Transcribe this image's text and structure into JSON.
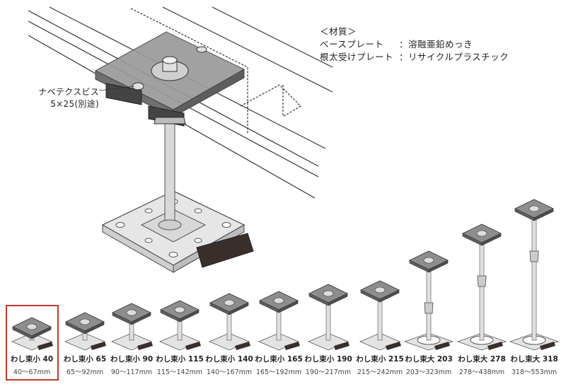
{
  "spec": {
    "heading": "＜材質＞",
    "rows": [
      {
        "label": "ベースプレート",
        "value": "：溶融亜鉛めっき"
      },
      {
        "label": "根太受けプレート",
        "value": "：リサイクルプラスチック"
      }
    ]
  },
  "callout": {
    "line1": "ナベテクスビス",
    "line2": "5×25(別途)"
  },
  "products": [
    {
      "model": "わし束小 40",
      "range": "40～67mm",
      "selected": true
    },
    {
      "model": "わし束小 65",
      "range": "65～92mm"
    },
    {
      "model": "わし束小 90",
      "range": "90～117mm"
    },
    {
      "model": "わし束小 115",
      "range": "115～142mm"
    },
    {
      "model": "わし束小 140",
      "range": "140～167mm"
    },
    {
      "model": "わし束小 165",
      "range": "165～192mm"
    },
    {
      "model": "わし束小 190",
      "range": "190～217mm"
    },
    {
      "model": "わし束小 215",
      "range": "215～242mm"
    },
    {
      "model": "わし束大 203",
      "range": "203～323mm"
    },
    {
      "model": "わし束大 278",
      "range": "278～438mm"
    },
    {
      "model": "わし束大 318",
      "range": "318～553mm"
    }
  ],
  "colors": {
    "plate": "#8d8d8d",
    "plate_dark": "#5e5e5e",
    "base": "#e3e3e3",
    "selection": "#c0392b"
  }
}
